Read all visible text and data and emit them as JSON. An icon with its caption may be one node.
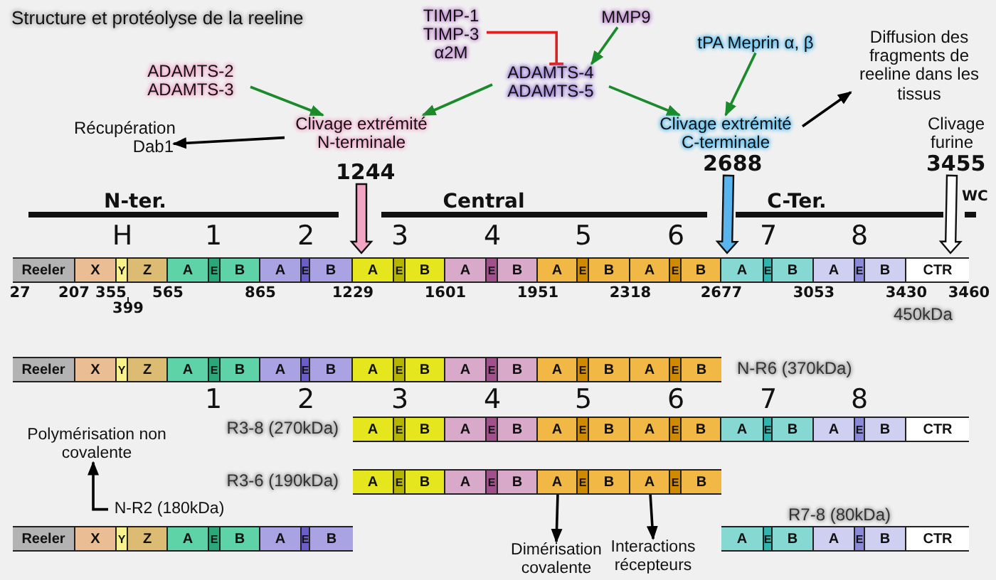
{
  "diagram": {
    "title": "Structure et protéolyse de la reeline",
    "nodes": [
      {
        "text": [
          "ADAMTS-2 ADAMTS-3"
        ]
      },
      {
        "text": [
          "TIMP-1 TIMP-3 α2M"
        ]
      },
      {
        "text": [
          "MMP9"
        ]
      },
      {
        "text": [
          "ADAMTS-4 ADAMTS-5"
        ]
      },
      {
        "text": [
          "tPA Meprin α, β"
        ]
      },
      {
        "text": [
          "Récupération Dab1"
        ]
      },
      {
        "text": [
          "Clivage extrémité N-terminale"
        ]
      },
      {
        "text": [
          "Clivage extrémité C-terminale"
        ]
      },
      {
        "text": [
          "Diffusion des fragments de reeline dans les tissus"
        ]
      },
      {
        "text": [
          "1244"
        ]
      },
      {
        "text": [
          "2688"
        ]
      },
      {
        "text": [
          "3455"
        ]
      },
      {
        "text": [
          "Polymérisation non covalente"
        ]
      },
      {
        "text": [
          "N-R2 (180kDa)"
        ]
      },
      {
        "text": [
          "Dimérisation covalente"
        ]
      },
      {
        "text": [
          "Interactions récepteurs"
        ]
      },
      {
        "text": [],
        "shape": "bar",
        "beside": [
          "450kDa"
        ]
      },
      {
        "text": [
          "Reeler"
        ],
        "in": 16
      },
      {
        "text": [
          "X"
        ],
        "in": 16
      },
      {
        "text": [
          "Y"
        ],
        "in": 16
      },
      {
        "text": [
          "Z"
        ],
        "in": 16
      },
      {
        "text": [
          "A"
        ],
        "in": 16
      },
      {
        "text": [
          "E"
        ],
        "in": 16
      },
      {
        "text": [
          "B"
        ],
        "in": 16
      },
      {
        "text": [
          "A"
        ],
        "in": 16
      },
      {
        "text": [
          "E"
        ],
        "in": 16
      },
      {
        "text": [
          "B"
        ],
        "in": 16
      },
      {
        "text": [
          "A"
        ],
        "in": 16
      },
      {
        "text": [
          "E"
        ],
        "in": 16
      },
      {
        "text": [
          "B"
        ],
        "in": 16
      },
      {
        "text": [
          "A"
        ],
        "in": 16
      },
      {
        "text": [
          "E"
        ],
        "in": 16
      },
      {
        "text": [
          "B"
        ],
        "in": 16
      },
      {
        "text": [
          "A"
        ],
        "in": 16
      },
      {
        "text": [
          "E"
        ],
        "in": 16
      },
      {
        "text": [
          "B"
        ],
        "in": 16
      },
      {
        "text": [
          "A"
        ],
        "in": 16
      },
      {
        "text": [
          "E"
        ],
        "in": 16
      },
      {
        "text": [
          "B"
        ],
        "in": 16
      },
      {
        "text": [
          "A"
        ],
        "in": 16
      },
      {
        "text": [
          "E"
        ],
        "in": 16
      },
      {
        "text": [
          "B"
        ],
        "in": 16
      },
      {
        "text": [
          "A"
        ],
        "in": 16
      },
      {
        "text": [
          "E"
        ],
        "in": 16
      },
      {
        "text": [
          "B"
        ],
        "in": 16
      },
      {
        "text": [
          "CTR"
        ],
        "in": 16
      },
      {
        "text": [],
        "shape": "bar",
        "beside": [
          "N-R6 (370kDa)"
        ]
      },
      {
        "text": [
          "Reeler"
        ],
        "in": 46
      },
      {
        "text": [
          "X"
        ],
        "in": 46
      },
      {
        "text": [
          "Y"
        ],
        "in": 46
      },
      {
        "text": [
          "Z"
        ],
        "in": 46
      },
      {
        "text": [
          "A"
        ],
        "in": 46
      },
      {
        "text": [
          "E"
        ],
        "in": 46
      },
      {
        "text": [
          "B"
        ],
        "in": 46
      },
      {
        "text": [
          "A"
        ],
        "in": 46
      },
      {
        "text": [
          "E"
        ],
        "in": 46
      },
      {
        "text": [
          "B"
        ],
        "in": 46
      },
      {
        "text": [
          "A"
        ],
        "in": 46
      },
      {
        "text": [
          "E"
        ],
        "in": 46
      },
      {
        "text": [
          "B"
        ],
        "in": 46
      },
      {
        "text": [
          "A"
        ],
        "in": 46
      },
      {
        "text": [
          "E"
        ],
        "in": 46
      },
      {
        "text": [
          "B"
        ],
        "in": 46
      },
      {
        "text": [
          "A"
        ],
        "in": 46
      },
      {
        "text": [
          "E"
        ],
        "in": 46
      },
      {
        "text": [
          "B"
        ],
        "in": 46
      },
      {
        "text": [
          "A"
        ],
        "in": 46
      },
      {
        "text": [
          "E"
        ],
        "in": 46
      },
      {
        "text": [
          "B"
        ],
        "in": 46
      },
      {
        "text": [],
        "shape": "bar",
        "beside": [
          "R3-8 (270kDa)"
        ]
      },
      {
        "text": [
          "A"
        ],
        "in": 69
      },
      {
        "text": [
          "E"
        ],
        "in": 69
      },
      {
        "text": [
          "B"
        ],
        "in": 69
      },
      {
        "text": [
          "A"
        ],
        "in": 69
      },
      {
        "text": [
          "E"
        ],
        "in": 69
      },
      {
        "text": [
          "B"
        ],
        "in": 69
      },
      {
        "text": [
          "A"
        ],
        "in": 69
      },
      {
        "text": [
          "E"
        ],
        "in": 69
      },
      {
        "text": [
          "B"
        ],
        "in": 69
      },
      {
        "text": [
          "A"
        ],
        "in": 69
      },
      {
        "text": [
          "E"
        ],
        "in": 69
      },
      {
        "text": [
          "B"
        ],
        "in": 69
      },
      {
        "text": [
          "A"
        ],
        "in": 69
      },
      {
        "text": [
          "E"
        ],
        "in": 69
      },
      {
        "text": [
          "B"
        ],
        "in": 69
      },
      {
        "text": [
          "A"
        ],
        "in": 69
      },
      {
        "text": [
          "E"
        ],
        "in": 69
      },
      {
        "text": [
          "B"
        ],
        "in": 69
      },
      {
        "text": [
          "CTR"
        ],
        "in": 69
      },
      {
        "text": [],
        "shape": "bar",
        "beside": [
          "R3-6 (190kDa)"
        ]
      },
      {
        "text": [
          "A"
        ],
        "in": 89
      },
      {
        "text": [
          "E"
        ],
        "in": 89
      },
      {
        "text": [
          "B"
        ],
        "in": 89
      },
      {
        "text": [
          "A"
        ],
        "in": 89
      },
      {
        "text": [
          "E"
        ],
        "in": 89
      },
      {
        "text": [
          "B"
        ],
        "in": 89
      },
      {
        "text": [
          "A"
        ],
        "in": 89
      },
      {
        "text": [
          "E"
        ],
        "in": 89
      },
      {
        "text": [
          "B"
        ],
        "in": 89
      },
      {
        "text": [
          "A"
        ],
        "in": 89
      },
      {
        "text": [
          "E"
        ],
        "in": 89
      },
      {
        "text": [
          "B"
        ],
        "in": 89
      },
      {
        "text": [],
        "shape": "bar"
      },
      {
        "text": [
          "Reeler"
        ],
        "in": 102
      },
      {
        "text": [
          "X"
        ],
        "in": 102
      },
      {
        "text": [
          "Y"
        ],
        "in": 102
      },
      {
        "text": [
          "Z"
        ],
        "in": 102
      },
      {
        "text": [
          "A"
        ],
        "in": 102
      },
      {
        "text": [
          "E"
        ],
        "in": 102
      },
      {
        "text": [
          "B"
        ],
        "in": 102
      },
      {
        "text": [
          "A"
        ],
        "in": 102
      },
      {
        "text": [
          "E"
        ],
        "in": 102
      },
      {
        "text": [
          "B"
        ],
        "in": 102
      },
      {
        "text": [],
        "shape": "bar",
        "beside": [
          "R7-8 (80kDa)"
        ]
      },
      {
        "text": [
          "A"
        ],
        "in": 113
      },
      {
        "text": [
          "E"
        ],
        "in": 113
      },
      {
        "text": [
          "B"
        ],
        "in": 113
      },
      {
        "text": [
          "A"
        ],
        "in": 113
      },
      {
        "text": [
          "E"
        ],
        "in": 113
      },
      {
        "text": [
          "B"
        ],
        "in": 113
      },
      {
        "text": [
          "CTR"
        ],
        "in": 113
      }
    ],
    "edges": [
      {
        "from": 0,
        "to": 6,
        "arrow": "to",
        "color": "#1a8a2a"
      },
      {
        "from": 3,
        "to": 6,
        "arrow": "to",
        "color": "#1a8a2a"
      },
      {
        "from": 3,
        "to": 7,
        "arrow": "to",
        "color": "#1a8a2a"
      },
      {
        "from": 2,
        "to": 3,
        "arrow": "to",
        "color": "#1a8a2a"
      },
      {
        "from": 4,
        "to": 7,
        "arrow": "to",
        "color": "#1a8a2a"
      },
      {
        "from": 1,
        "to": 3,
        "arrow": "other",
        "color": "#e02020"
      },
      {
        "from": 6,
        "to": 5,
        "arrow": "to",
        "color": "#000000"
      },
      {
        "from": 7,
        "to": 8,
        "arrow": "to",
        "color": "#000000"
      },
      {
        "from": 9,
        "to": null,
        "arrow": "to",
        "style": "thick",
        "color": "#f2a5c4"
      },
      {
        "from": 10,
        "to": null,
        "arrow": "to",
        "style": "thick",
        "color": "#5ab4ee"
      },
      {
        "from": 11,
        "to": null,
        "arrow": "to",
        "style": "thick"
      },
      {
        "from": 13,
        "to": 12,
        "arrow": "to",
        "color": "#000000"
      },
      {
        "from": 96,
        "to": 14,
        "arrow": "to",
        "color": "#000000"
      },
      {
        "from": 99,
        "to": 15,
        "arrow": "to",
        "color": "#000000"
      }
    ],
    "labels": [
      "Clivage furine",
      "N-ter.",
      "Central",
      "C-Ter.",
      "WC",
      "H",
      "1",
      "2",
      "3",
      "4",
      "5",
      "6",
      "7",
      "8",
      "27",
      "207",
      "355",
      "565",
      "865",
      "1229",
      "1601",
      "1951",
      "2318",
      "2677",
      "3053",
      "3430",
      "3460",
      "399",
      "1",
      "2",
      "3",
      "4",
      "5",
      "6",
      "7",
      "8"
    ]
  }
}
